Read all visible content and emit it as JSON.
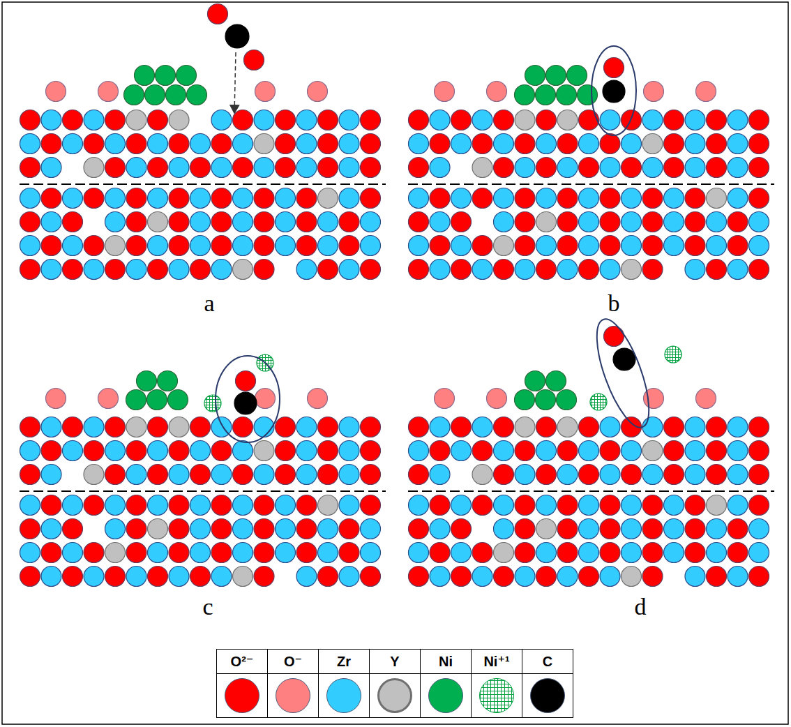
{
  "diagram": {
    "labels": [
      "a",
      "b",
      "c",
      "d"
    ],
    "legend": [
      {
        "text": "O²⁻",
        "color": "#ff0000"
      },
      {
        "text": "O⁻",
        "color": "#ff8080"
      },
      {
        "text": "Zr",
        "color": "#33ccff"
      },
      {
        "text": "Y",
        "color": "#c0c0c0"
      },
      {
        "text": "Ni",
        "color": "#00b050"
      },
      {
        "text": "Ni⁺¹"
      },
      {
        "text": "C",
        "color": "#000000"
      }
    ]
  }
}
